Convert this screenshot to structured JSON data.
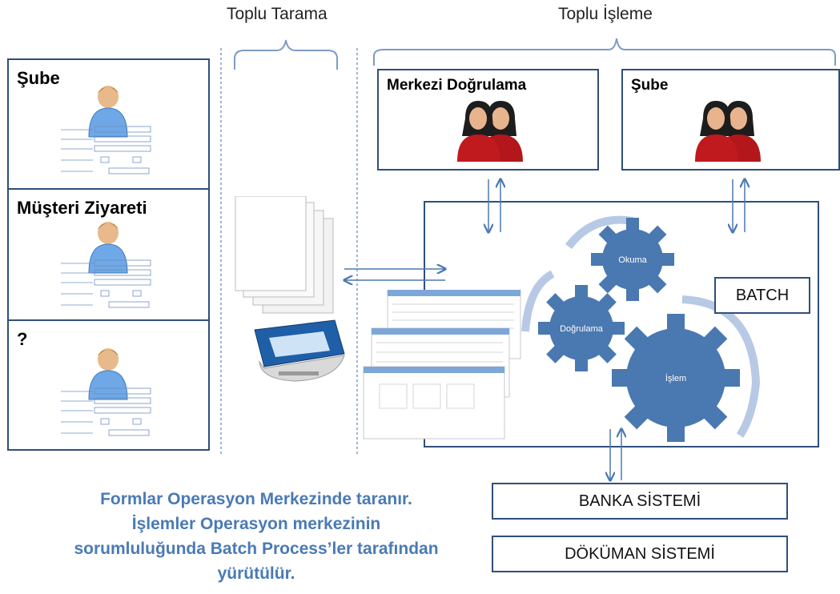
{
  "headers": {
    "scan": "Toplu Tarama",
    "process": "Toplu İşleme"
  },
  "forms": [
    {
      "label": "Şube"
    },
    {
      "label": "Müşteri Ziyareti"
    },
    {
      "label": "?"
    }
  ],
  "users": {
    "central": {
      "label": "Merkezi Doğrulama"
    },
    "branch": {
      "label": "Şube"
    }
  },
  "batch": {
    "label": "BATCH",
    "gears": {
      "read": "Okuma",
      "verify": "Doğrulama",
      "process": "İşlem"
    }
  },
  "systems": {
    "bank": "BANKA SİSTEMİ",
    "document": "DÖKÜMAN SİSTEMİ"
  },
  "caption": {
    "line1": "Formlar Operasyon Merkezinde taranır.",
    "line2": "İşlemler  Operasyon merkezinin",
    "line3": "sorumluluğunda Batch Process’ler tarafından",
    "line4": "yürütülür."
  },
  "colors": {
    "border": "#2f4f7a",
    "gear": "#4a78b0",
    "caption": "#4a7ab5",
    "bracket": "#7e9cc4"
  }
}
